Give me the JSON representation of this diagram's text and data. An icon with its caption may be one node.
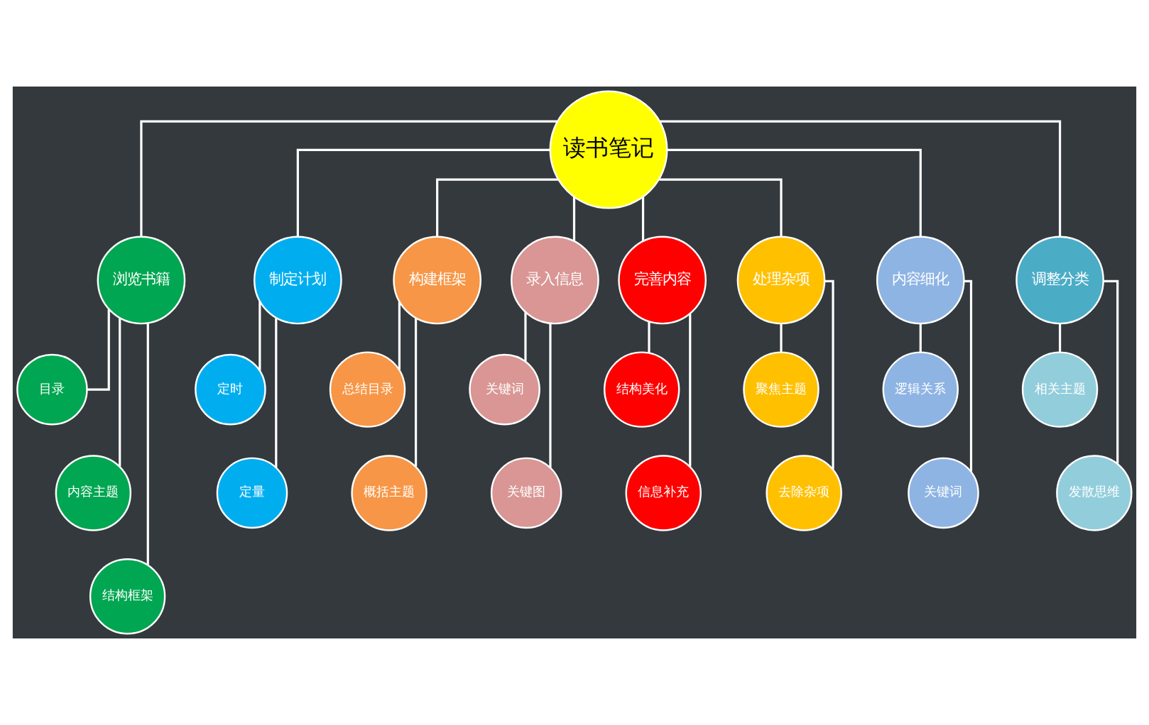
{
  "diagram": {
    "nodes": [
      {
        "text": [
          "读书笔记"
        ]
      },
      {
        "text": [
          "浏览书籍"
        ]
      },
      {
        "text": [
          "目录"
        ]
      },
      {
        "text": [
          "内容主题"
        ]
      },
      {
        "text": [
          "结构框架"
        ]
      },
      {
        "text": [
          "制定计划"
        ]
      },
      {
        "text": [
          "定时"
        ]
      },
      {
        "text": [
          "定量"
        ]
      },
      {
        "text": [
          "构建框架"
        ]
      },
      {
        "text": [
          "总结目录"
        ]
      },
      {
        "text": [
          "概括主题"
        ]
      },
      {
        "text": [
          "录入信息"
        ]
      },
      {
        "text": [
          "关键词"
        ]
      },
      {
        "text": [
          "关键图"
        ]
      },
      {
        "text": [
          "完善内容"
        ]
      },
      {
        "text": [
          "结构美化"
        ]
      },
      {
        "text": [
          "信息补充"
        ]
      },
      {
        "text": [
          "处理杂项"
        ]
      },
      {
        "text": [
          "聚焦主题"
        ]
      },
      {
        "text": [
          "去除杂项"
        ]
      },
      {
        "text": [
          "内容细化"
        ]
      },
      {
        "text": [
          "逻辑关系"
        ]
      },
      {
        "text": [
          "关键词"
        ]
      },
      {
        "text": [
          "调整分类"
        ]
      },
      {
        "text": [
          "相关主题"
        ]
      },
      {
        "text": [
          "发散思维"
        ]
      }
    ],
    "edges": [
      {
        "from": 0,
        "to": 1,
        "arrow": "none"
      },
      {
        "from": 0,
        "to": 5,
        "arrow": "none"
      },
      {
        "from": 0,
        "to": 8,
        "arrow": "none"
      },
      {
        "from": 0,
        "to": 11,
        "arrow": "none"
      },
      {
        "from": 0,
        "to": 14,
        "arrow": "none"
      },
      {
        "from": 0,
        "to": 17,
        "arrow": "none"
      },
      {
        "from": 0,
        "to": 20,
        "arrow": "none"
      },
      {
        "from": 0,
        "to": 23,
        "arrow": "none"
      },
      {
        "from": 1,
        "to": 2,
        "arrow": "none"
      },
      {
        "from": 1,
        "to": 3,
        "arrow": "none"
      },
      {
        "from": 1,
        "to": 4,
        "arrow": "none"
      },
      {
        "from": 5,
        "to": 6,
        "arrow": "none"
      },
      {
        "from": 5,
        "to": 7,
        "arrow": "none"
      },
      {
        "from": 8,
        "to": 9,
        "arrow": "none"
      },
      {
        "from": 8,
        "to": 10,
        "arrow": "none"
      },
      {
        "from": 11,
        "to": 12,
        "arrow": "none"
      },
      {
        "from": 11,
        "to": 13,
        "arrow": "none"
      },
      {
        "from": 14,
        "to": 15,
        "arrow": "none"
      },
      {
        "from": 14,
        "to": 16,
        "arrow": "none"
      },
      {
        "from": 17,
        "to": 18,
        "arrow": "none"
      },
      {
        "from": 17,
        "to": 19,
        "arrow": "none"
      },
      {
        "from": 20,
        "to": 21,
        "arrow": "none"
      },
      {
        "from": 20,
        "to": 22,
        "arrow": "none"
      },
      {
        "from": 23,
        "to": 24,
        "arrow": "none"
      },
      {
        "from": 23,
        "to": 25,
        "arrow": "none"
      }
    ]
  }
}
